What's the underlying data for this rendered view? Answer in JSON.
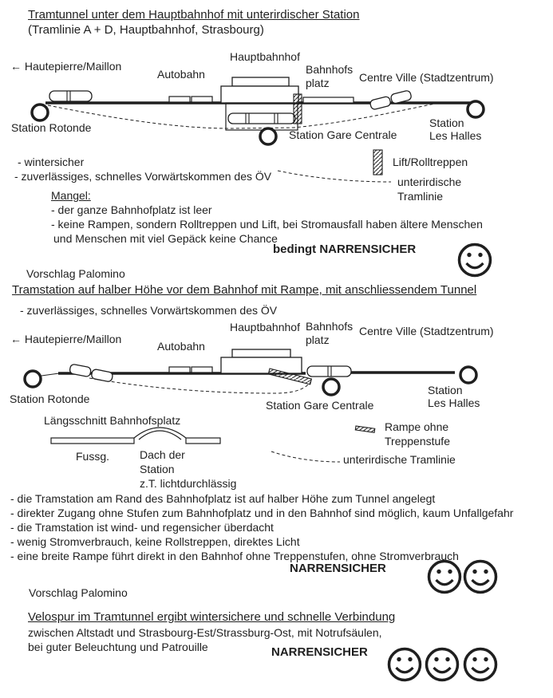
{
  "colors": {
    "ink": "#1f1f1f",
    "paper": "#ffffff"
  },
  "icons": {
    "left_arrow": "←"
  },
  "header": {
    "title": "Tramtunnel unter dem Hauptbahnhof mit unterirdischer Station",
    "subtitle": "(Tramlinie A + D, Hauptbahnhof, Strasbourg)"
  },
  "diagram_labels": {
    "direction_left": "Hautepierre/Maillon",
    "autobahn": "Autobahn",
    "hauptbahnhof": "Hauptbahnhof",
    "bahnhofsplatz": "Bahnhofs\nplatz",
    "centre_ville": "Centre Ville (Stadtzentrum)",
    "station_rotonde": "Station Rotonde",
    "station_gare_centrale": "Station Gare Centrale",
    "station_les_halles": "Station\nLes Halles"
  },
  "section1": {
    "pros": [
      "- wintersicher",
      "- zuverlässiges, schnelles Vorwärtskommen des ÖV"
    ],
    "legend": {
      "lift": "Lift/Rolltreppen",
      "underground_tram": "unterirdische\nTramlinie"
    },
    "mangel_heading": "Mangel:",
    "mangel_items": [
      "- der ganze Bahnhofplatz ist leer",
      "- keine Rampen, sondern Rolltreppen und Lift, bei Stromausfall haben ältere Menschen",
      "und Menschen mit viel Gepäck keine Chance"
    ],
    "verdict": "bedingt NARRENSICHER",
    "smileys": 1
  },
  "section2": {
    "proposal": "Vorschlag Palomino",
    "heading": "Tramstation auf halber Höhe vor dem Bahnhof mit Rampe, mit anschliessendem Tunnel",
    "pro": "- zuverlässiges, schnelles Vorwärtskommen des ÖV",
    "cross_section": {
      "title": "Längsschnitt Bahnhofsplatz",
      "fussg": "Fussg.",
      "dach": "Dach der\nStation\nz.T. lichtdurchlässig"
    },
    "legend": {
      "rampe": "Rampe ohne\nTreppenstufe",
      "underground_tram": "unterirdische Tramlinie"
    },
    "bullets": [
      "- die Tramstation am Rand des Bahnhofplatz ist auf halber Höhe zum Tunnel angelegt",
      "- direkter Zugang ohne Stufen zum Bahnhofplatz und in den Bahnhof sind möglich, kaum Unfallgefahr",
      "- die Tramstation ist wind- und regensicher überdacht",
      "- wenig Stromverbrauch, keine Rollstreppen, direktes Licht",
      "- eine breite Rampe führt direkt in den Bahnhof ohne Treppenstufen, ohne Stromverbrauch"
    ],
    "verdict": "NARRENSICHER",
    "smileys": 2
  },
  "section3": {
    "proposal": "Vorschlag Palomino",
    "heading": "Velospur im Tramtunnel ergibt wintersichere und schnelle Verbindung",
    "lines": [
      "zwischen Altstadt und Strasbourg-Est/Strassburg-Ost, mit Notrufsäulen,",
      "bei guter Beleuchtung und Patrouille"
    ],
    "verdict": "NARRENSICHER",
    "smileys": 3
  }
}
